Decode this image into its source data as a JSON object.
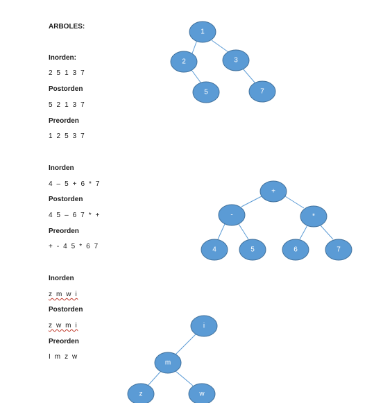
{
  "title": "ARBOLES:",
  "sections": [
    {
      "inorden_label": "Inorden:",
      "inorden_value": "2 5 1 3 7",
      "postorden_label": "Postorden",
      "postorden_value": "5 2 1 3 7",
      "preorden_label": "Preorden",
      "preorden_value": "1 2 5 3 7"
    },
    {
      "inorden_label": "Inorden",
      "inorden_value": "4 – 5 + 6 * 7",
      "postorden_label": "Postorden",
      "postorden_value": "4 5 – 6 7 * +",
      "preorden_label": "Preorden",
      "preorden_value": "+ - 4 5 * 6 7"
    },
    {
      "inorden_label": "Inorden",
      "inorden_value": "z m w i",
      "postorden_label": "Postorden",
      "postorden_value": "z w m i",
      "preorden_label": "Preorden",
      "preorden_value": "I m z w"
    }
  ],
  "trees": [
    {
      "nodes": [
        {
          "label": "1"
        },
        {
          "label": "2"
        },
        {
          "label": "3"
        },
        {
          "label": "5"
        },
        {
          "label": "7"
        }
      ]
    },
    {
      "nodes": [
        {
          "label": "+"
        },
        {
          "label": "-"
        },
        {
          "label": "*"
        },
        {
          "label": "4"
        },
        {
          "label": "5"
        },
        {
          "label": "6"
        },
        {
          "label": "7"
        }
      ]
    },
    {
      "nodes": [
        {
          "label": "i"
        },
        {
          "label": "m"
        },
        {
          "label": "z"
        },
        {
          "label": "w"
        }
      ]
    }
  ],
  "colors": {
    "node_fill": "#5b9bd5",
    "node_stroke": "#41719c",
    "edge": "#5b9bd5",
    "label": "#ffffff",
    "text": "#1a1a1a"
  }
}
